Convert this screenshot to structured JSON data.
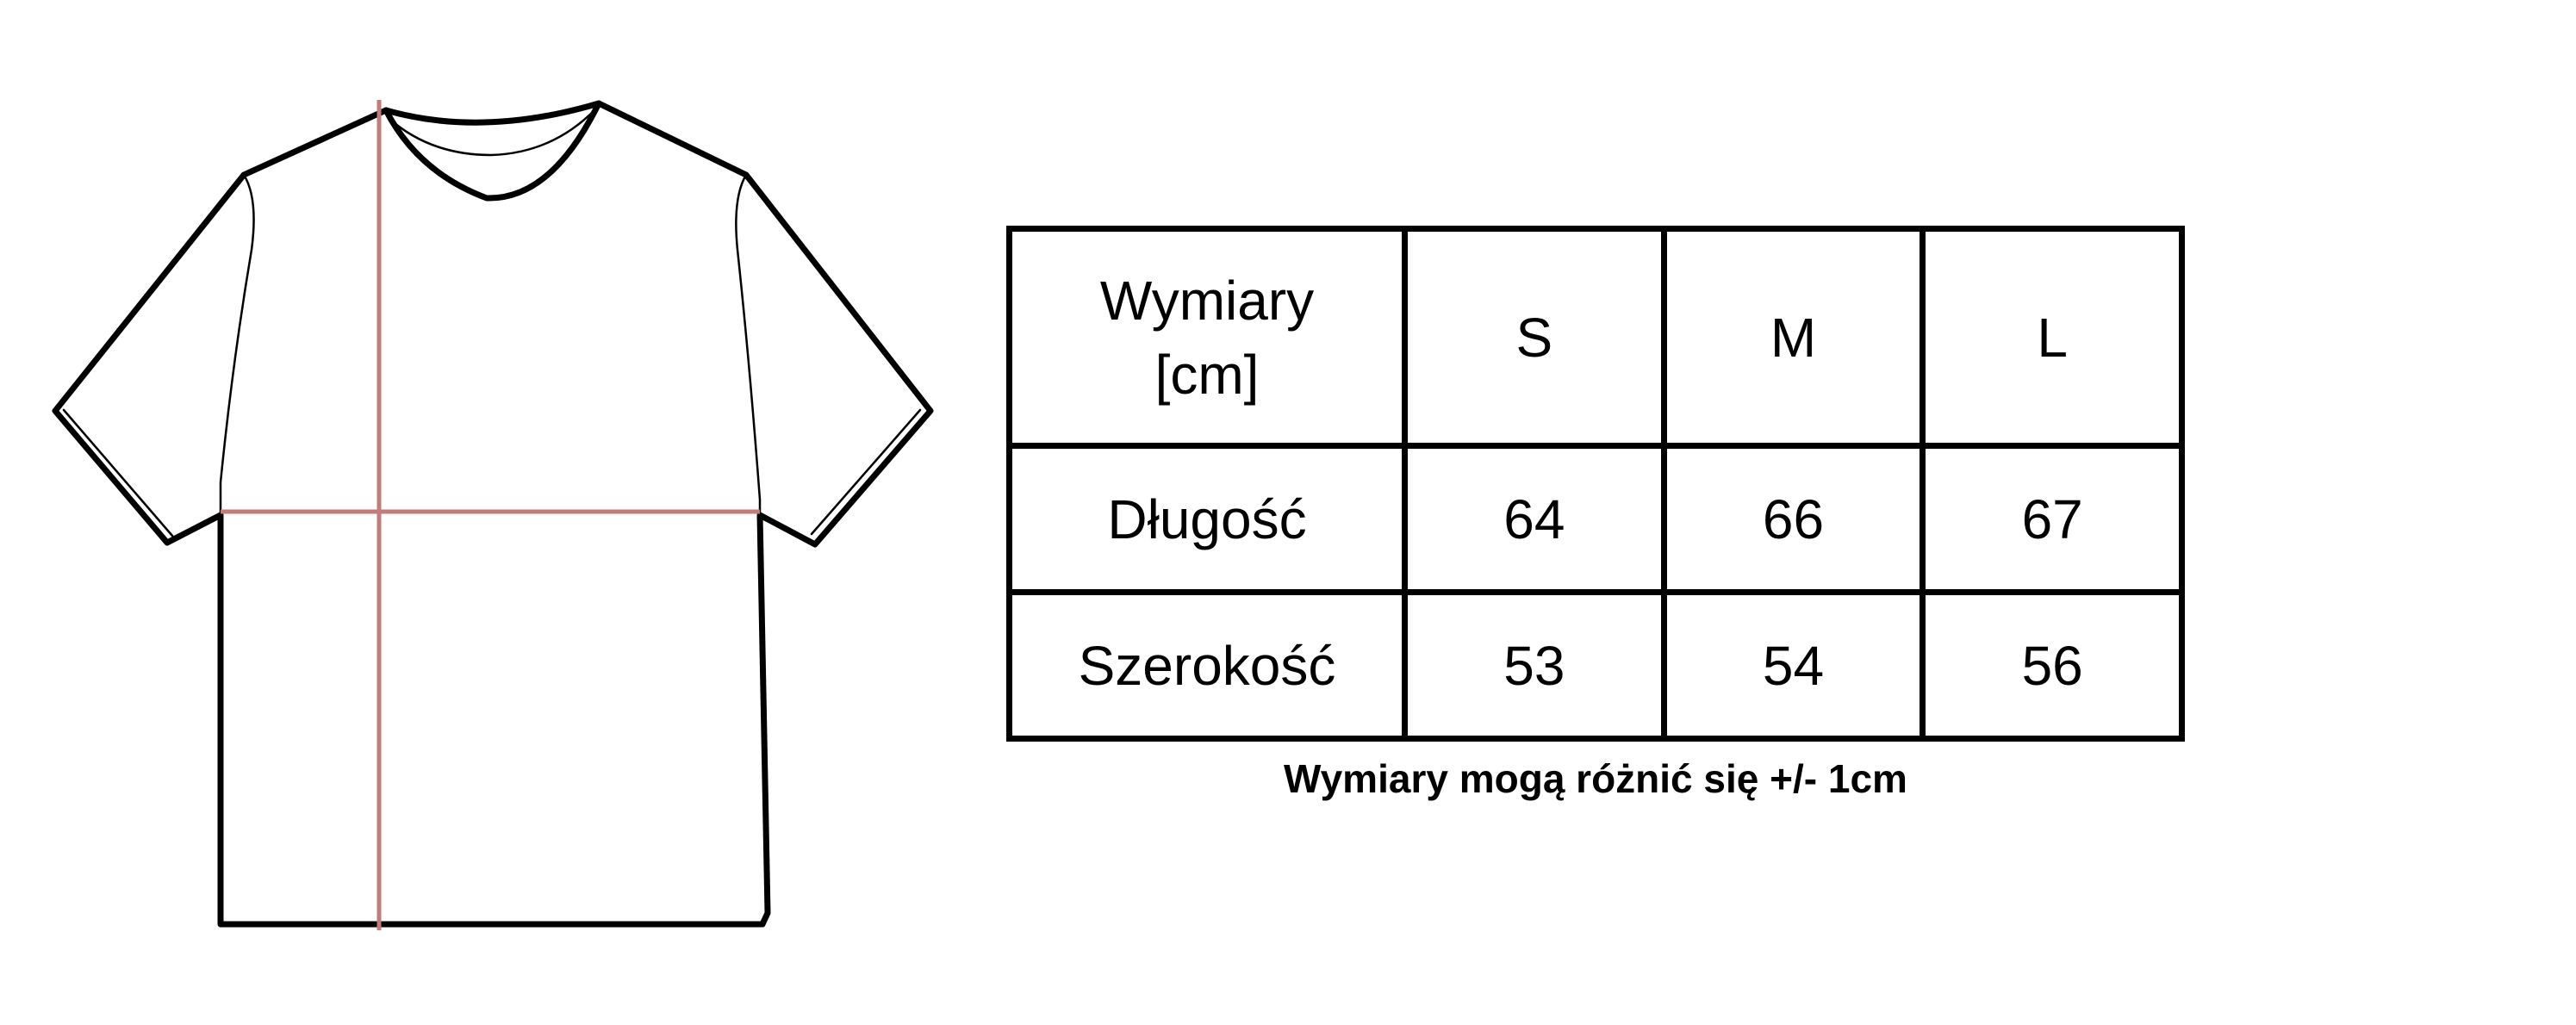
{
  "colors": {
    "outline": "#000000",
    "measure_line": "#c37c79",
    "background": "#ffffff"
  },
  "figure": {
    "icon": "tshirt-outline-icon",
    "measure_lines": [
      "length-vertical",
      "width-horizontal"
    ]
  },
  "table": {
    "header": {
      "label": "Wymiary\n[cm]",
      "sizes": [
        "S",
        "M",
        "L"
      ]
    },
    "rows": [
      {
        "label": "Długość",
        "values": [
          "64",
          "66",
          "67"
        ]
      },
      {
        "label": "Szerokość",
        "values": [
          "53",
          "54",
          "56"
        ]
      }
    ]
  },
  "note": "Wymiary mogą różnić się +/- 1cm"
}
